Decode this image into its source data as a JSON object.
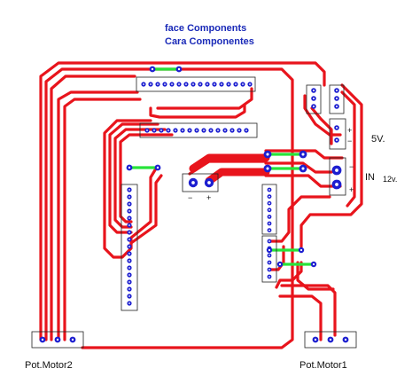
{
  "titles": {
    "line1": "face  Components",
    "line2": "Cara  Componentes"
  },
  "labels": {
    "v5": "5V.",
    "in": "IN",
    "v12": "12v.",
    "plus_top": "+",
    "minus_top": "−",
    "plus_in": "+",
    "minus_in": "−",
    "cap_minus": "−",
    "cap_plus": "+",
    "pot_motor2": "Pot.Motor2",
    "pot_motor1": "Pot.Motor1"
  },
  "colors": {
    "trace": "#e8141c",
    "pad": "#1d1fd0",
    "pad_hole": "#ffffff",
    "jumper": "#27e33a",
    "outline": "#222222",
    "title": "#1a2ab8"
  }
}
